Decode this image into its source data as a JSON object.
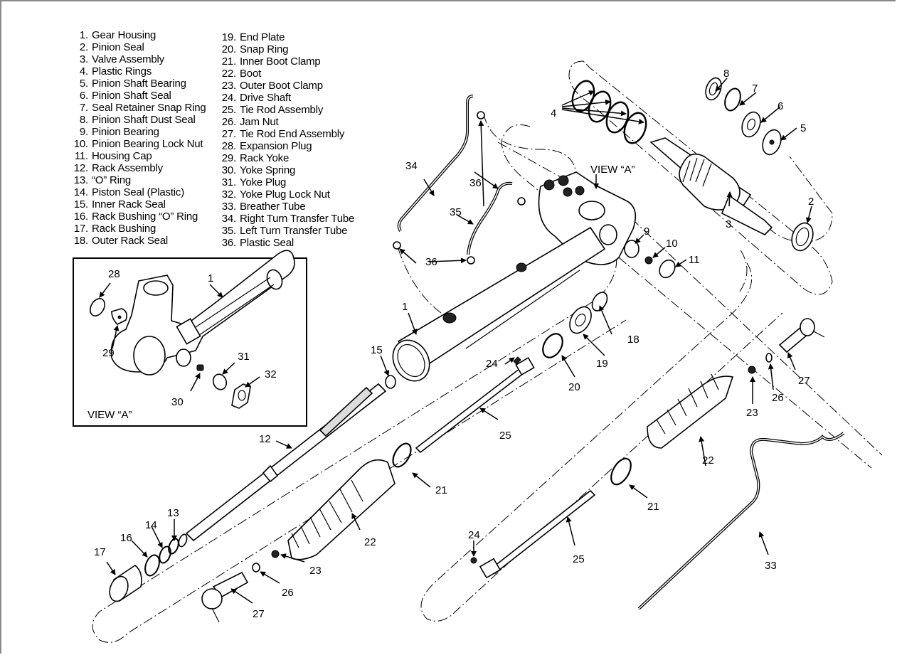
{
  "legend": {
    "left": [
      {
        "num": "1.",
        "label": "Gear Housing"
      },
      {
        "num": "2.",
        "label": "Pinion Seal"
      },
      {
        "num": "3.",
        "label": "Valve Assembly"
      },
      {
        "num": "4.",
        "label": "Plastic Rings"
      },
      {
        "num": "5.",
        "label": "Pinion Shaft Bearing"
      },
      {
        "num": "6.",
        "label": "Pinion Shaft Seal"
      },
      {
        "num": "7.",
        "label": "Seal Retainer Snap Ring"
      },
      {
        "num": "8.",
        "label": "Pinion Shaft Dust Seal"
      },
      {
        "num": "9.",
        "label": "Pinion Bearing"
      },
      {
        "num": "10.",
        "label": "Pinion Bearing Lock Nut"
      },
      {
        "num": "11.",
        "label": "Housing Cap"
      },
      {
        "num": "12.",
        "label": "Rack Assembly"
      },
      {
        "num": "13.",
        "label": "“O” Ring"
      },
      {
        "num": "14.",
        "label": "Piston Seal (Plastic)"
      },
      {
        "num": "15.",
        "label": "Inner Rack Seal"
      },
      {
        "num": "16.",
        "label": "Rack Bushing “O” Ring"
      },
      {
        "num": "17.",
        "label": "Rack Bushing"
      },
      {
        "num": "18.",
        "label": "Outer Rack Seal"
      }
    ],
    "right": [
      {
        "num": "19.",
        "label": "End Plate"
      },
      {
        "num": "20.",
        "label": "Snap Ring"
      },
      {
        "num": "21.",
        "label": "Inner Boot Clamp"
      },
      {
        "num": "22.",
        "label": "Boot"
      },
      {
        "num": "23.",
        "label": "Outer Boot Clamp"
      },
      {
        "num": "24.",
        "label": "Drive Shaft"
      },
      {
        "num": "25.",
        "label": "Tie Rod Assembly"
      },
      {
        "num": "26.",
        "label": "Jam Nut"
      },
      {
        "num": "27.",
        "label": "Tie Rod End Assembly"
      },
      {
        "num": "28.",
        "label": "Expansion Plug"
      },
      {
        "num": "29.",
        "label": "Rack Yoke"
      },
      {
        "num": "30.",
        "label": "Yoke Spring"
      },
      {
        "num": "31.",
        "label": "Yoke Plug"
      },
      {
        "num": "32.",
        "label": "Yoke Plug Lock Nut"
      },
      {
        "num": "33.",
        "label": "Breather Tube"
      },
      {
        "num": "34.",
        "label": "Right Turn Transfer Tube"
      },
      {
        "num": "35.",
        "label": "Left Turn Transfer Tube"
      },
      {
        "num": "36.",
        "label": "Plastic Seal"
      }
    ]
  },
  "view_a": {
    "caption": "VIEW “A”",
    "callouts": {
      "c1": "1",
      "c28": "28",
      "c29": "29",
      "c30": "30",
      "c31": "31",
      "c32": "32"
    }
  },
  "main": {
    "view_a_label": "VIEW “A”",
    "callouts": {
      "c1": "1",
      "c2": "2",
      "c3": "3",
      "c4": "4",
      "c5": "5",
      "c6": "6",
      "c7": "7",
      "c8": "8",
      "c9": "9",
      "c10": "10",
      "c11": "11",
      "c12": "12",
      "c13": "13",
      "c14": "14",
      "c15": "15",
      "c16": "16",
      "c17": "17",
      "c18": "18",
      "c19": "19",
      "c20": "20",
      "c21a": "21",
      "c21b": "21",
      "c22a": "22",
      "c22b": "22",
      "c23a": "23",
      "c23b": "23",
      "c24a": "24",
      "c24b": "24",
      "c25a": "25",
      "c25b": "25",
      "c26a": "26",
      "c26b": "26",
      "c27a": "27",
      "c27b": "27",
      "c33": "33",
      "c34": "34",
      "c35": "35",
      "c36a": "36",
      "c36b": "36"
    }
  }
}
